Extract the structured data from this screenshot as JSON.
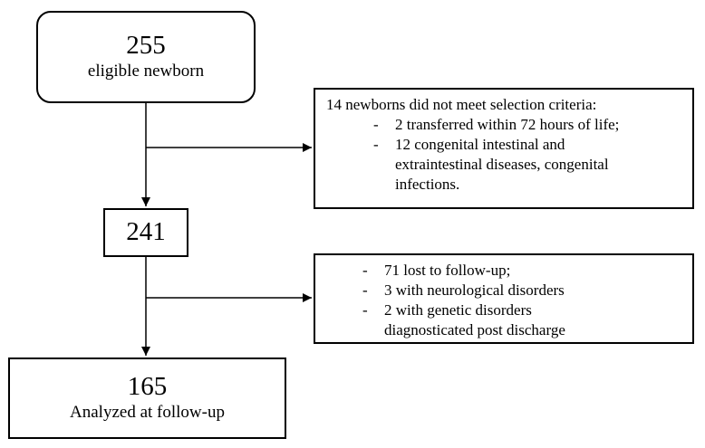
{
  "flow": {
    "eligible": {
      "count": "255",
      "label": "eligible newborn"
    },
    "after_selection": {
      "count": "241"
    },
    "analyzed": {
      "count": "165",
      "label": "Analyzed at follow-up"
    }
  },
  "exclusion_1": {
    "heading": "14 newborns did not meet selection criteria:",
    "items": [
      {
        "dash": "-",
        "lines": [
          "2 transferred within 72 hours of life;"
        ]
      },
      {
        "dash": "-",
        "lines": [
          "12 congenital intestinal and",
          "extraintestinal diseases, congenital",
          "infections."
        ]
      }
    ]
  },
  "exclusion_2": {
    "items": [
      {
        "dash": "-",
        "lines": [
          "71 lost to follow-up;"
        ]
      },
      {
        "dash": "-",
        "lines": [
          "3 with neurological disorders"
        ]
      },
      {
        "dash": "-",
        "lines": [
          "2 with genetic disorders",
          "diagnosticated post discharge"
        ]
      }
    ]
  }
}
